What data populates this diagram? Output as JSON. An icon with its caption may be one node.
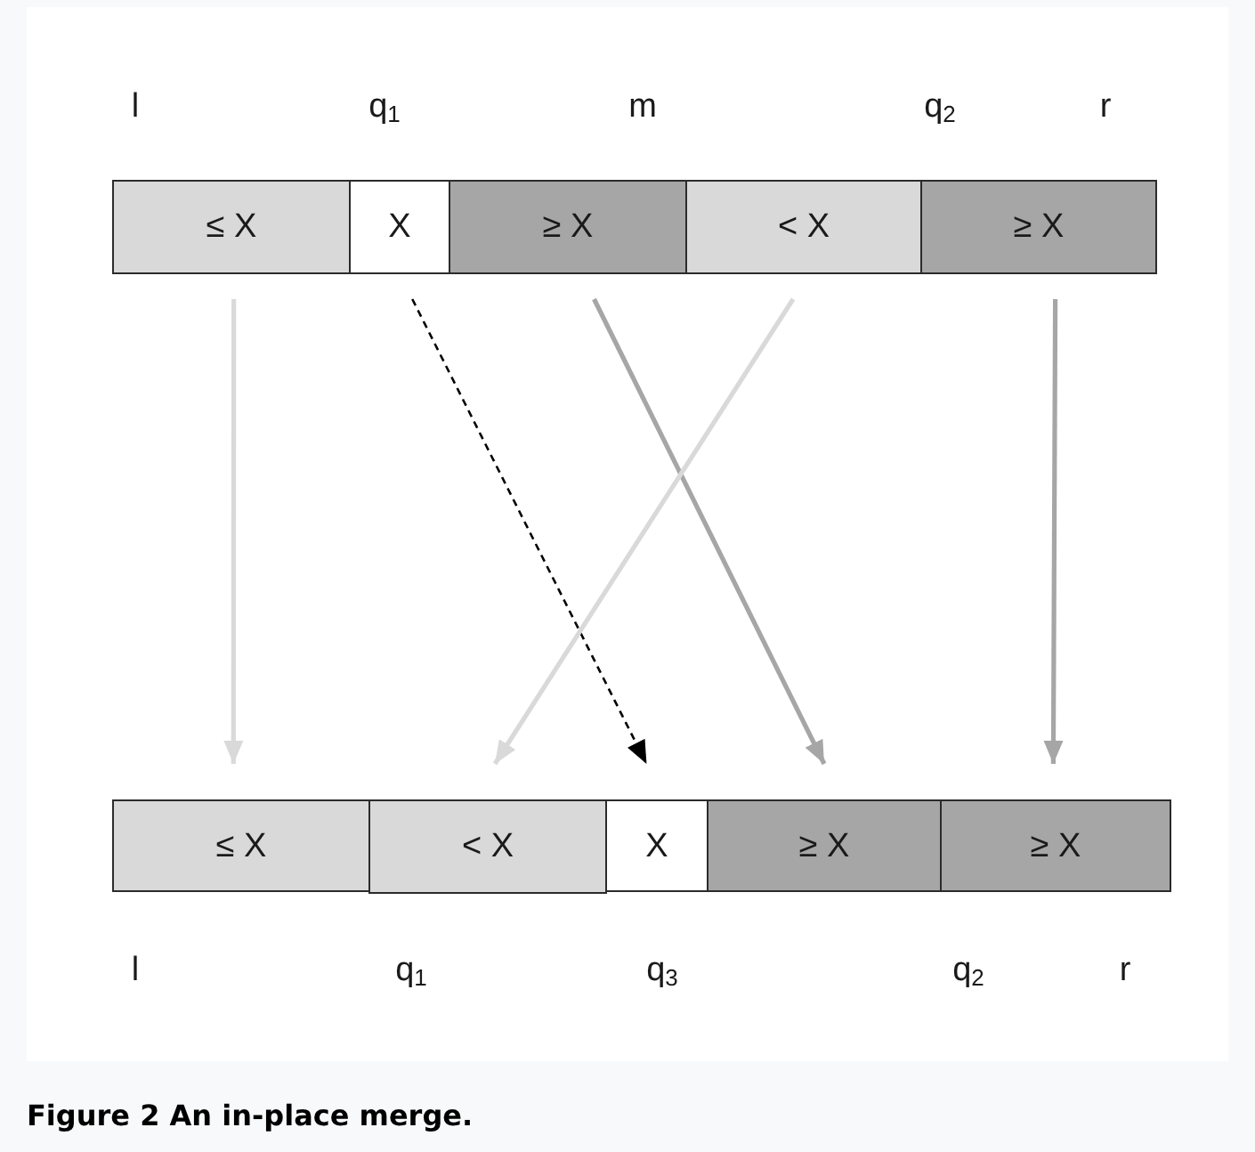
{
  "diagram": {
    "caption": "Figure 2 An in-place merge.",
    "nodes": [
      {
        "text": [
          "≤ X"
        ]
      },
      {
        "text": [
          "X"
        ]
      },
      {
        "text": [
          "≥ X"
        ]
      },
      {
        "text": [
          "< X"
        ]
      },
      {
        "text": [
          "≥ X"
        ]
      },
      {
        "text": [
          "≤ X"
        ]
      },
      {
        "text": [
          "< X"
        ]
      },
      {
        "text": [
          "X"
        ]
      },
      {
        "text": [
          "≥ X"
        ]
      },
      {
        "text": [
          "≥ X"
        ]
      }
    ],
    "edges": [
      {
        "from": 0,
        "to": 5,
        "arrow": "to",
        "color": "#d9d9d9"
      },
      {
        "from": 1,
        "to": 7,
        "arrow": "to",
        "style": "dashed",
        "color": "#000000"
      },
      {
        "from": 2,
        "to": 8,
        "arrow": "to",
        "color": "#a6a6a6"
      },
      {
        "from": 3,
        "to": 6,
        "arrow": "to",
        "color": "#d9d9d9"
      },
      {
        "from": 4,
        "to": 9,
        "arrow": "to",
        "color": "#a6a6a6"
      }
    ],
    "labels": [
      "l",
      "q$_{1}$",
      "m",
      "q$_{2}$",
      "r",
      "l",
      "q$_{1}$",
      "q$_{3}$",
      "q$_{2}$",
      "r"
    ]
  }
}
